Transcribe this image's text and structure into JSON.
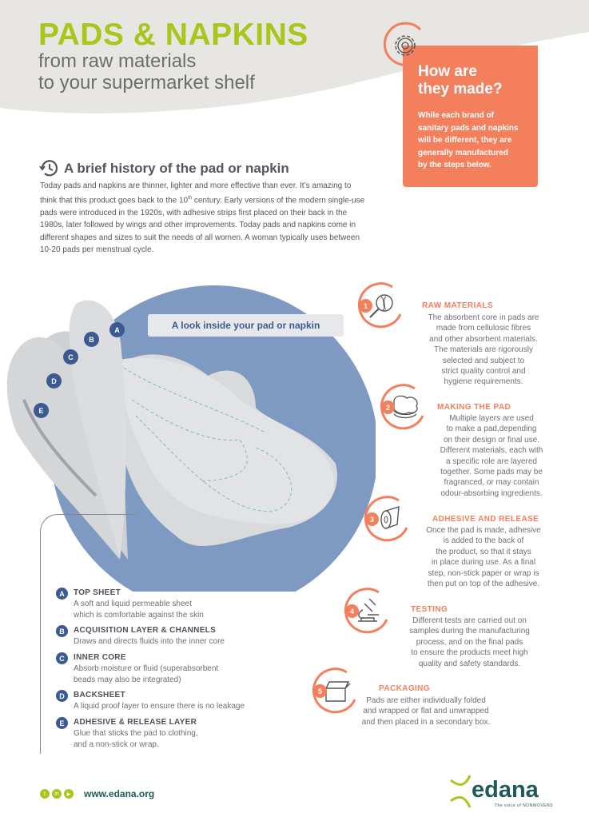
{
  "header": {
    "title": "PADS & NAPKINS",
    "subtitle_line1": "from raw materials",
    "subtitle_line2": "to your supermarket shelf"
  },
  "card": {
    "icon": "gear-icon",
    "heading": "How are\nthey made?",
    "text": "While each brand of\nsanitary pads and napkins\nwill be different, they are\ngenerally manufactured\nby the steps below."
  },
  "history": {
    "icon": "clock-history-icon",
    "title": "A brief history of the pad or napkin",
    "text_1": "Today pads and napkins are thinner, lighter and more effective than ever. It’s amazing to think that this product goes back to the 10",
    "sup": "th",
    "text_2": " century. Early versions of the modern single-use pads were introduced in the 1920s, with adhesive strips first placed on their back in the 1980s, later followed by wings and other improvements. Today pads and napkins come in different shapes and sizes to suit the needs of all women. A woman typically uses between 10-20 pads per menstrual cycle."
  },
  "illustration": {
    "callout": "A look inside your pad or napkin",
    "labels": [
      "A",
      "B",
      "C",
      "D",
      "E"
    ]
  },
  "layers": [
    {
      "letter": "A",
      "title": "TOP SHEET",
      "text": "A soft and liquid permeable sheet\nwhich is comfortable against the skin"
    },
    {
      "letter": "B",
      "title": "ACQUISITION LAYER & CHANNELS",
      "text": "Draws and directs fluids into the inner core"
    },
    {
      "letter": "C",
      "title": "INNER CORE",
      "text": "Absorb moisture or fluid (superabsorbent\nbeads may also be integrated)"
    },
    {
      "letter": "D",
      "title": "BACKSHEET",
      "text": "A liquid proof layer to ensure there is no leakage"
    },
    {
      "letter": "E",
      "title": "ADHESIVE & RELEASE LAYER",
      "text": "Glue that sticks the pad to clothing,\nand a non-stick or wrap."
    }
  ],
  "steps": [
    {
      "num": "1",
      "icon": "magnifier-fibres-icon",
      "title": "RAW MATERIALS",
      "text": "The absorbent core in pads are\nmade from cellulosic fibres\nand other absorbent materials.\nThe materials are rigorously\nselected and subject to\nstrict quality control and\nhygiene requirements."
    },
    {
      "num": "2",
      "icon": "layered-pad-icon",
      "title": "MAKING THE PAD",
      "text": "Multiple layers are used\nto make a pad,depending\non their design or final use.\nDifferent materials, each with\na specific role are layered\ntogether. Some pads may be\nfragranced, or may contain\nodour-absorbing ingredients."
    },
    {
      "num": "3",
      "icon": "adhesive-tape-icon",
      "title": "ADHESIVE AND RELEASE",
      "text": "Once the pad is made, adhesive\nis added to the back of\nthe product, so that it stays\nin place during use. As a final\nstep, non-stick paper or wrap is\nthen put on top of the adhesive."
    },
    {
      "num": "4",
      "icon": "microscope-icon",
      "title": "TESTING",
      "text": "Different tests are carried out on\nsamples during the manufacturing\nprocess, and on the final pads\nto ensure the products meet high\nquality and safety standards."
    },
    {
      "num": "5",
      "icon": "box-icon",
      "title": "PACKAGING",
      "text": "Pads are either individually folded\nand wrapped or flat and unwrapped\nand then placed in a secondary box."
    }
  ],
  "footer": {
    "social_icons": [
      "twitter-icon",
      "linkedin-icon",
      "youtube-icon"
    ],
    "url": "www.edana.org",
    "logo": "edana",
    "tagline": "The voice of NONWOVENS"
  },
  "colors": {
    "lime": "#a9c61c",
    "orange": "#f47f5d",
    "navy": "#3b5a8f",
    "blue": "#7f9ac2",
    "teal": "#1e5a5a"
  }
}
